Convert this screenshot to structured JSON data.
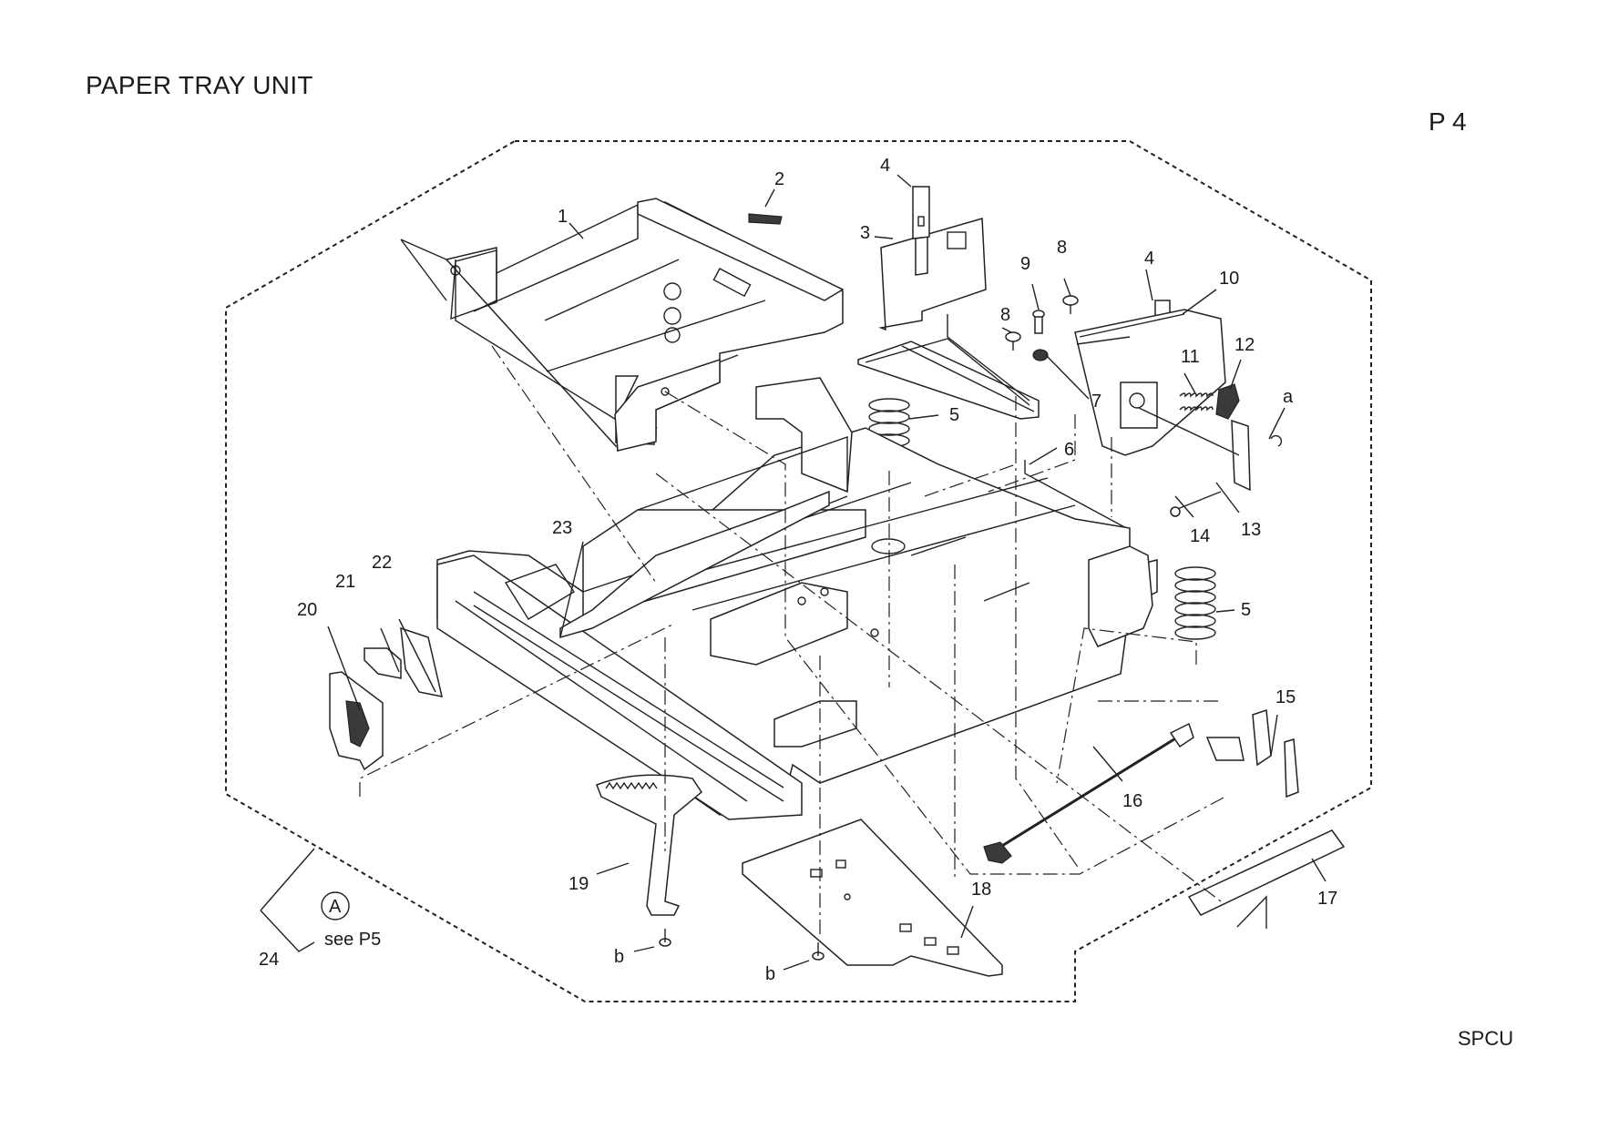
{
  "header": {
    "title": "PAPER TRAY UNIT",
    "page_ref": "P 4"
  },
  "footer": {
    "code": "SPCU"
  },
  "callouts": [
    "1",
    "2",
    "3",
    "4",
    "4",
    "5",
    "5",
    "6",
    "7",
    "8",
    "8",
    "9",
    "10",
    "11",
    "12",
    "a",
    "13",
    "14",
    "15",
    "16",
    "17",
    "18",
    "19",
    "20",
    "21",
    "22",
    "23",
    "24",
    "b",
    "b"
  ],
  "reference": {
    "circle_label": "A",
    "note": "see P5"
  }
}
